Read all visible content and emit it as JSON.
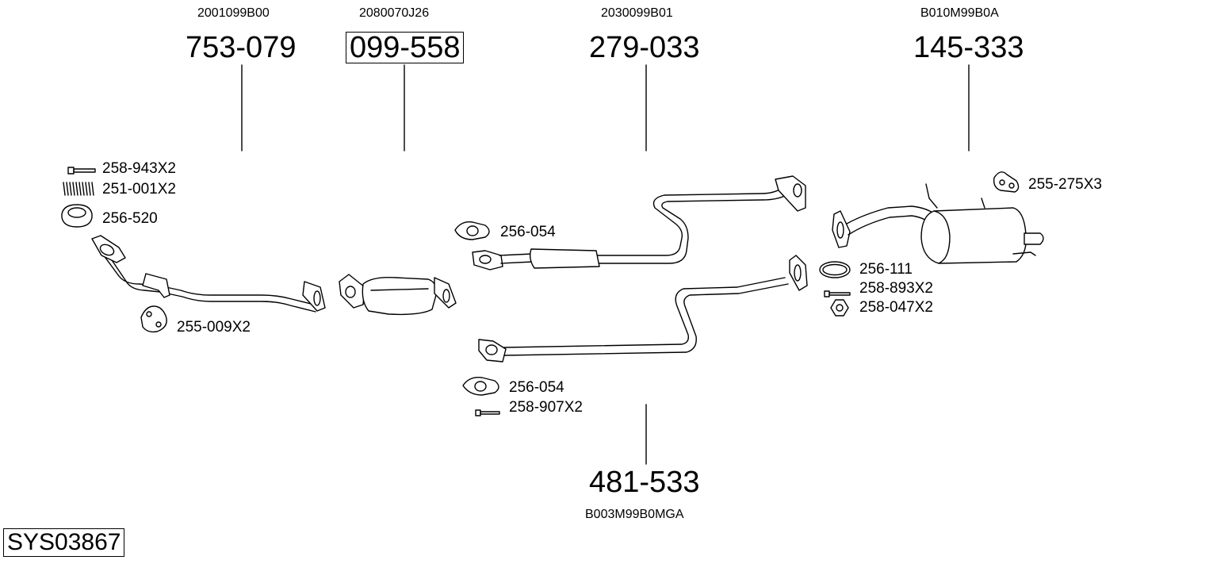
{
  "system_id": "SYS03867",
  "assemblies": [
    {
      "part_number": "753-079",
      "oem_number": "2001099B00",
      "boxed": false
    },
    {
      "part_number": "099-558",
      "oem_number": "2080070J26",
      "boxed": true
    },
    {
      "part_number": "279-033",
      "oem_number": "2030099B01",
      "boxed": false
    },
    {
      "part_number": "145-333",
      "oem_number": "B010M99B0A",
      "boxed": false
    },
    {
      "part_number": "481-533",
      "oem_number": "B003M99B0MGA",
      "boxed": false
    }
  ],
  "fittings": {
    "bolt_front": "258-943X2",
    "spring_front": "251-001X2",
    "ring_front": "256-520",
    "hanger_front": "255-009X2",
    "gasket_mid_upper": "256-054",
    "gasket_mid_lower": "256-054",
    "bolt_mid_lower": "258-907X2",
    "hanger_rear": "255-275X3",
    "ring_rear": "256-111",
    "bolt_rear": "258-893X2",
    "nut_rear": "258-047X2"
  }
}
